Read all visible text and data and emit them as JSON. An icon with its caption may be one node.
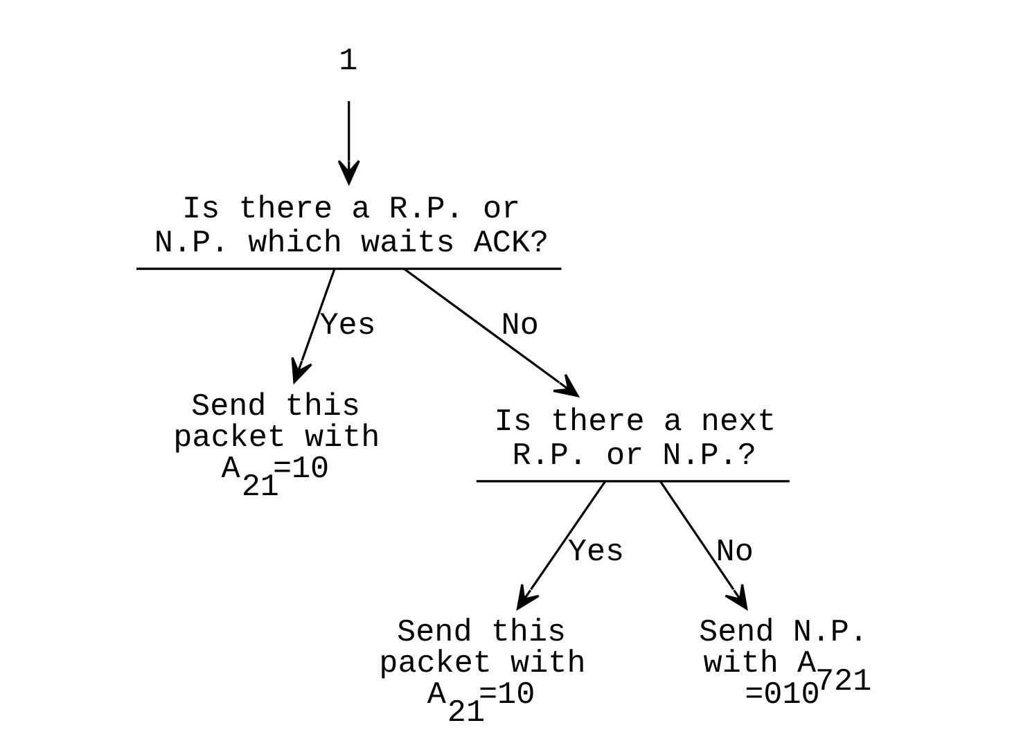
{
  "diagram": {
    "nodes": [
      {
        "text": [
          "1"
        ]
      },
      {
        "text": [
          "Is there a R.P. or N.P. which waits ACK?"
        ]
      },
      {
        "text": [
          "Send this packet with A$_{21}$=10"
        ]
      },
      {
        "text": [
          "Is there a next R.P. or N.P.?"
        ]
      },
      {
        "text": [
          "Send this packet with A$_{21}$=10"
        ]
      },
      {
        "text": [
          "Send N.P. with A$_{721}$ =010"
        ]
      }
    ],
    "edges": [
      {
        "from": 0,
        "to": 1,
        "arrow": "to"
      },
      {
        "from": 1,
        "to": 2,
        "arrow": "to",
        "label": "Yes"
      },
      {
        "from": 1,
        "to": 3,
        "arrow": "to",
        "label": "No"
      },
      {
        "from": 3,
        "to": 4,
        "arrow": "to",
        "label": "Yes"
      },
      {
        "from": 3,
        "to": 5,
        "arrow": "to",
        "label": "No"
      }
    ]
  }
}
